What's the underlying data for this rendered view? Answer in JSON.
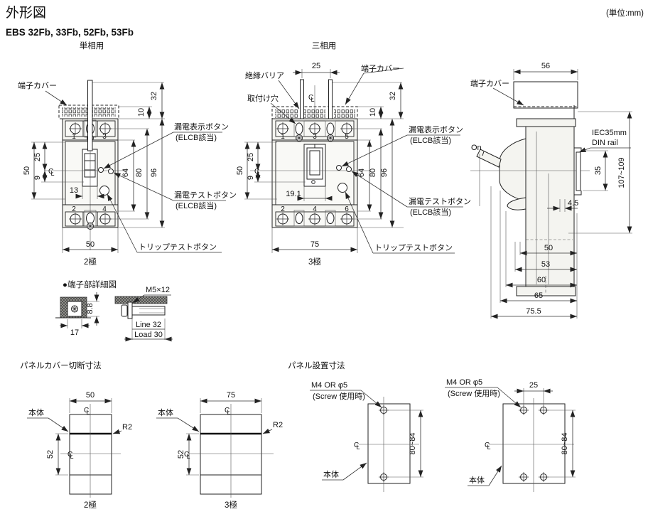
{
  "header": {
    "title": "外形図",
    "subtitle": "EBS 32Fb, 33Fb, 52Fb, 53Fb",
    "unit": "(単位:mm)"
  },
  "sym": {
    "c": "C",
    "l": "L"
  },
  "single": {
    "heading": "単相用",
    "pole": "2極",
    "cover_label": "端子カバー",
    "leak_ind": "漏電表示ボタン",
    "leak_ind_note": "(ELCB該当)",
    "leak_test": "漏電テストボタン",
    "leak_test_note": "(ELCB該当)",
    "trip": "トリップテストボタン",
    "t1": "1",
    "t3": "3",
    "t2": "2",
    "t4": "4",
    "d32": "32",
    "d10": "10",
    "d50side": "50",
    "d25": "25",
    "d9": "9",
    "d13": "13",
    "d64": "64",
    "d80": "80",
    "d96": "96",
    "d50bottom": "50"
  },
  "three": {
    "heading": "三相用",
    "pole": "3極",
    "barrier": "絶縁バリア",
    "cover_label": "端子カバー",
    "hole": "取付け穴",
    "leak_ind": "漏電表示ボタン",
    "leak_ind_note": "(ELCB該当)",
    "leak_test": "漏電テストボタン",
    "leak_test_note": "(ELCB該当)",
    "trip": "トリップテストボタン",
    "t1": "1",
    "t3": "3",
    "t5": "5",
    "t2": "2",
    "t4": "4",
    "t6": "6",
    "d25top": "25",
    "d32": "32",
    "d10": "10",
    "d50side": "50",
    "d25": "25",
    "d9": "9",
    "d191": "19.1",
    "d64": "64",
    "d80": "80",
    "d96": "96",
    "d75": "75"
  },
  "side": {
    "cover_label": "端子カバー",
    "on": "On",
    "din1": "IEC35mm",
    "din2": "DIN rail",
    "d56": "56",
    "d35": "35",
    "d107": "107~109",
    "d45": "4.5",
    "d50": "50",
    "d53": "53",
    "d60": "60",
    "d65": "65",
    "d755": "75.5"
  },
  "detail": {
    "heading": "●端子部詳細図",
    "d17": "17",
    "d88": "8.8",
    "m5": "M5×12",
    "line32": "Line 32",
    "load30": "Load 30"
  },
  "panelcut": {
    "heading": "パネルカバー切断寸法",
    "d1": {
      "w": "50",
      "h": "52",
      "body": "本体",
      "r2": "R2",
      "pole": "2極"
    },
    "d2": {
      "w": "75",
      "h": "52",
      "body": "本体",
      "r2": "R2",
      "pole": "3極"
    }
  },
  "panelmount": {
    "heading": "パネル設置寸法",
    "d1": {
      "screw": "M4 OR φ5",
      "screw_note": "(Screw 使用時)",
      "h": "80~84",
      "body": "本体"
    },
    "d2": {
      "screw": "M4 OR φ5",
      "screw_note": "(Screw 使用時)",
      "h": "80~84",
      "body": "本体",
      "w25": "25"
    }
  },
  "colors": {
    "line": "#222222",
    "background": "#ffffff",
    "fill_light": "#f4f4f0",
    "hatch": "#9b9b95"
  }
}
